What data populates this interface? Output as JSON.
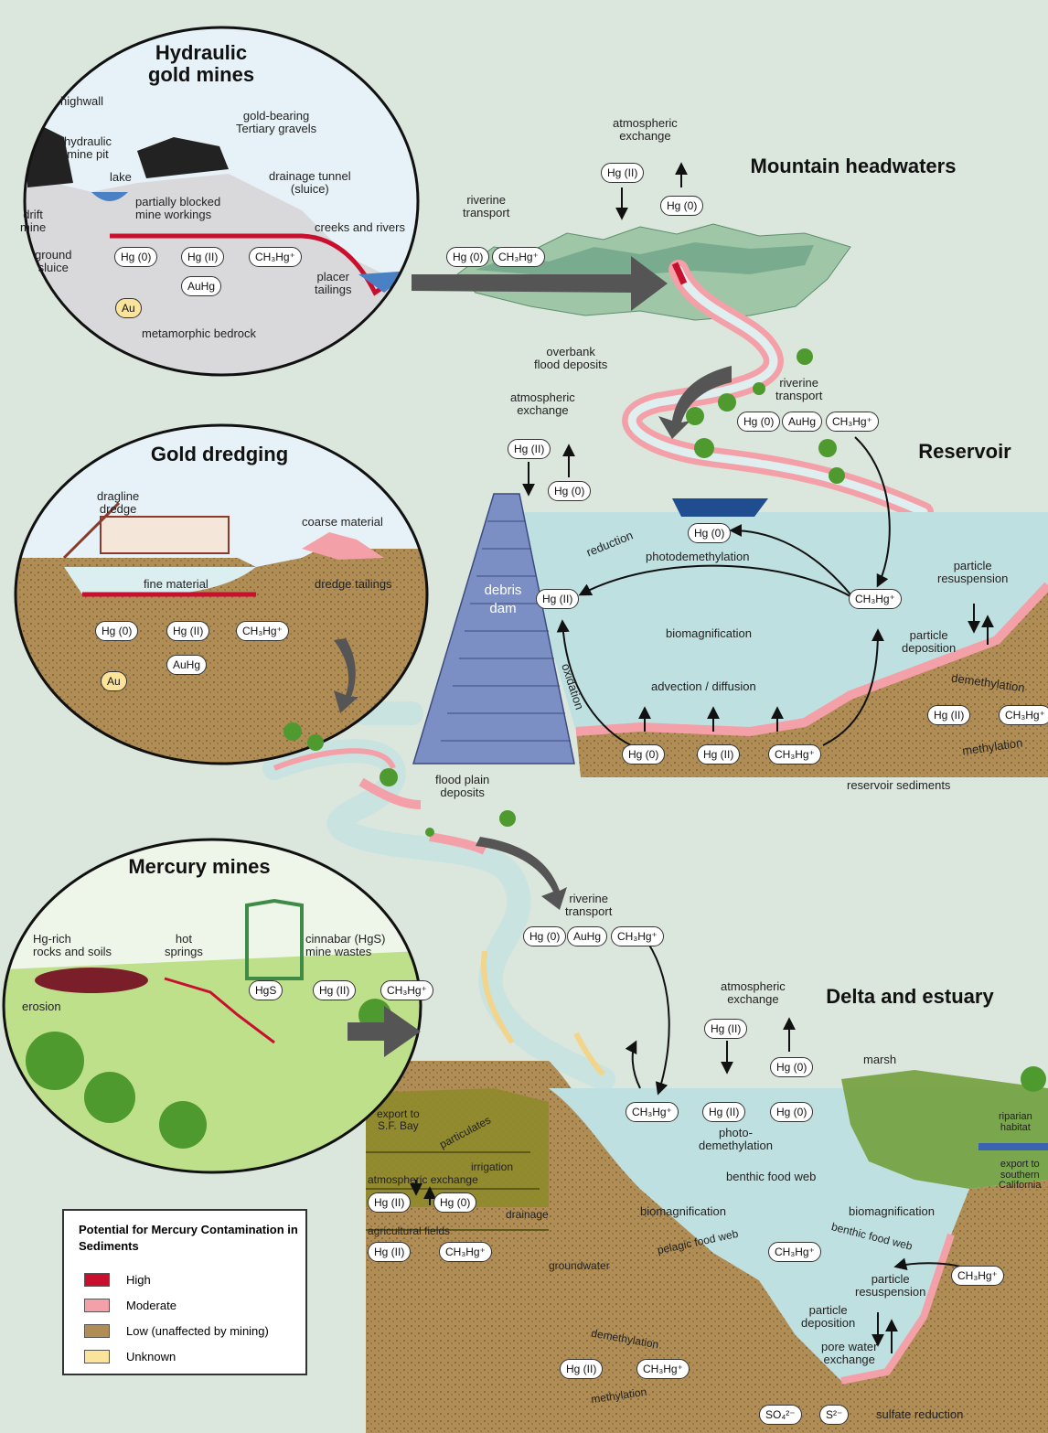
{
  "headings": {
    "hydraulic": "Hydraulic\ngold mines",
    "mountain": "Mountain headwaters",
    "dredging": "Gold dredging",
    "reservoir": "Reservoir",
    "mercury": "Mercury mines",
    "delta": "Delta and estuary"
  },
  "labels": {
    "highwall": "highwall",
    "gold_bearing": "gold-bearing\nTertiary gravels",
    "hydraulic_pit": "hydraulic\nmine pit",
    "lake": "lake",
    "drift_mine": "drift\nmine",
    "partially_blocked": "partially blocked\nmine workings",
    "drainage_tunnel": "drainage tunnel\n(sluice)",
    "creeks": "creeks and rivers",
    "ground_sluice": "ground\nsluice",
    "placer": "placer\ntailings",
    "bedrock": "metamorphic  bedrock",
    "atm1": "atmospheric\nexchange",
    "riverine1": "riverine\ntransport",
    "overbank": "overbank\nflood deposits",
    "atm2": "atmospheric\nexchange",
    "riverine2": "riverine\ntransport",
    "dragline": "dragline\ndredge",
    "coarse": "coarse material",
    "fine": "fine material",
    "dredge_tailings": "dredge tailings",
    "dam": "debris\ndam",
    "reduction": "reduction",
    "photodemeth": "photodemethylation",
    "biomag": "biomagnification",
    "advection": "advection / diffusion",
    "oxidation": "oxidation",
    "particle_resusp": "particle\nresuspension",
    "particle_dep": "particle\ndeposition",
    "demethylation": "demethylation",
    "methylation": "methylation",
    "reservoir_sed": "reservoir sediments",
    "flood_plain": "flood plain\ndeposits",
    "riverine3": "riverine\ntransport",
    "hg_rich": "Hg-rich\nrocks and soils",
    "hot_springs": "hot\nsprings",
    "cinnabar": "cinnabar (HgS)\nmine wastes",
    "erosion": "erosion",
    "atm3": "atmospheric\nexchange",
    "marsh": "marsh",
    "riparian": "riparian\nhabitat",
    "export_sf": "export to\nS.F. Bay",
    "particulates": "particulates",
    "photo2": "photo-\ndemethylation",
    "benthic_fw": "benthic food web",
    "export_ca": "export to\nsouthern\nCalifornia",
    "atm4": "atmospheric exchange",
    "irrigation": "irrigation",
    "drainage": "drainage",
    "ag_fields": "agricultural fields",
    "groundwater": "groundwater",
    "biomag2": "biomagnification",
    "biomag3": "biomagnification",
    "pelagic": "pelagic food web",
    "benthic2": "benthic food web",
    "particle_resusp2": "particle\nresuspension",
    "particle_dep2": "particle\ndeposition",
    "pore_water": "pore water\nexchange",
    "demeth2": "demethylation",
    "meth2": "methylation",
    "sulfate": "sulfate reduction"
  },
  "species": {
    "hg0": "Hg (0)",
    "hg2": "Hg (II)",
    "mehg": "CH₃Hg⁺",
    "auhg": "AuHg",
    "au": "Au",
    "hgs": "HgS",
    "so4": "SO₄²⁻",
    "s2": "S²⁻"
  },
  "legend": {
    "title": "Potential for Mercury Contamination in Sediments",
    "items": [
      {
        "label": "High",
        "color": "#c8102e"
      },
      {
        "label": "Moderate",
        "color": "#f4a0a8"
      },
      {
        "label": "Low (unaffected by mining)",
        "color": "#b08d55"
      },
      {
        "label": "Unknown",
        "color": "#fbe49a"
      }
    ]
  },
  "colors": {
    "background": "#dbe6dc",
    "water": "#bfe0e0",
    "sediment_low": "#b08d55",
    "moderate": "#f4a0a8",
    "high": "#c8102e",
    "dam": "#7c8fc4",
    "vegetation": "#4f9a2f"
  }
}
